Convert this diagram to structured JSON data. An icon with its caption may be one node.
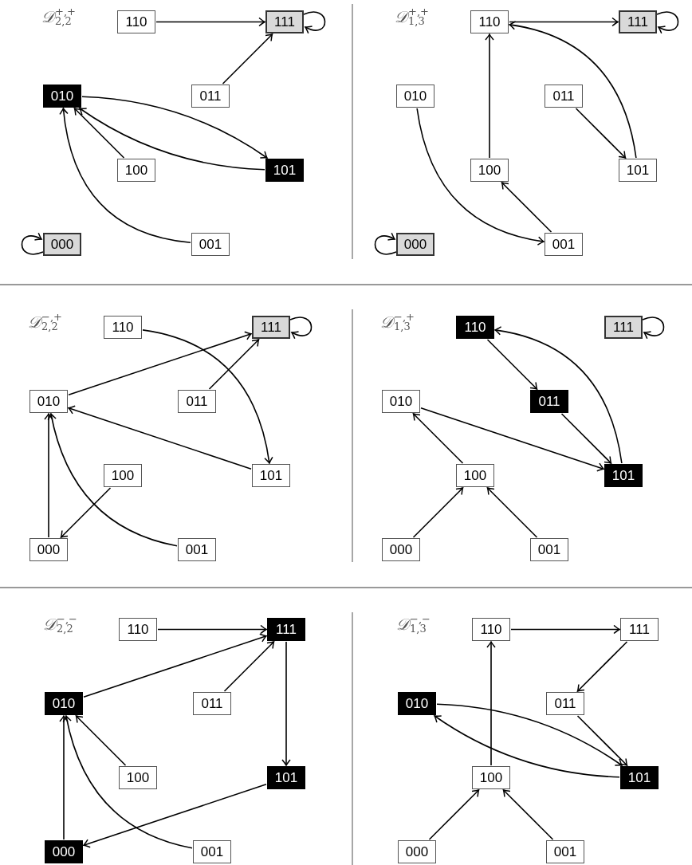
{
  "diagram": {
    "nodes": [
      {
        "text": [
          "110"
        ]
      },
      {
        "text": [
          "111"
        ]
      },
      {
        "text": [
          "010"
        ]
      },
      {
        "text": [
          "011"
        ]
      },
      {
        "text": [
          "100"
        ]
      },
      {
        "text": [
          "101"
        ]
      },
      {
        "text": [
          "000"
        ]
      },
      {
        "text": [
          "001"
        ]
      },
      {
        "text": [
          "110"
        ]
      },
      {
        "text": [
          "111"
        ]
      },
      {
        "text": [
          "010"
        ]
      },
      {
        "text": [
          "011"
        ]
      },
      {
        "text": [
          "100"
        ]
      },
      {
        "text": [
          "101"
        ]
      },
      {
        "text": [
          "000"
        ]
      },
      {
        "text": [
          "001"
        ]
      },
      {
        "text": [
          "110"
        ]
      },
      {
        "text": [
          "111"
        ]
      },
      {
        "text": [
          "010"
        ]
      },
      {
        "text": [
          "011"
        ]
      },
      {
        "text": [
          "100"
        ]
      },
      {
        "text": [
          "101"
        ]
      },
      {
        "text": [
          "000"
        ]
      },
      {
        "text": [
          "001"
        ]
      },
      {
        "text": [
          "110"
        ]
      },
      {
        "text": [
          "111"
        ]
      },
      {
        "text": [
          "010"
        ]
      },
      {
        "text": [
          "011"
        ]
      },
      {
        "text": [
          "100"
        ]
      },
      {
        "text": [
          "101"
        ]
      },
      {
        "text": [
          "000"
        ]
      },
      {
        "text": [
          "001"
        ]
      },
      {
        "text": [
          "110"
        ]
      },
      {
        "text": [
          "111"
        ]
      },
      {
        "text": [
          "010"
        ]
      },
      {
        "text": [
          "011"
        ]
      },
      {
        "text": [
          "100"
        ]
      },
      {
        "text": [
          "101"
        ]
      },
      {
        "text": [
          "000"
        ]
      },
      {
        "text": [
          "001"
        ]
      },
      {
        "text": [
          "110"
        ]
      },
      {
        "text": [
          "111"
        ]
      },
      {
        "text": [
          "010"
        ]
      },
      {
        "text": [
          "011"
        ]
      },
      {
        "text": [
          "100"
        ]
      },
      {
        "text": [
          "101"
        ]
      },
      {
        "text": [
          "000"
        ]
      },
      {
        "text": [
          "001"
        ]
      }
    ],
    "edges": [
      {
        "from": 0,
        "to": 1,
        "arrow": "to"
      },
      {
        "from": 1,
        "to": 1,
        "arrow": "to"
      },
      {
        "from": 3,
        "to": 1,
        "arrow": "to"
      },
      {
        "from": 2,
        "to": 5,
        "arrow": "to"
      },
      {
        "from": 5,
        "to": 2,
        "arrow": "to"
      },
      {
        "from": 4,
        "to": 2,
        "arrow": "to"
      },
      {
        "from": 7,
        "to": 2,
        "arrow": "to"
      },
      {
        "from": 6,
        "to": 6,
        "arrow": "to"
      },
      {
        "from": 8,
        "to": 9,
        "arrow": "to"
      },
      {
        "from": 9,
        "to": 9,
        "arrow": "to"
      },
      {
        "from": 12,
        "to": 8,
        "arrow": "to"
      },
      {
        "from": 13,
        "to": 8,
        "arrow": "to"
      },
      {
        "from": 11,
        "to": 13,
        "arrow": "to"
      },
      {
        "from": 10,
        "to": 15,
        "arrow": "to"
      },
      {
        "from": 15,
        "to": 12,
        "arrow": "to"
      },
      {
        "from": 14,
        "to": 14,
        "arrow": "to"
      },
      {
        "from": 16,
        "to": 21,
        "arrow": "to"
      },
      {
        "from": 17,
        "to": 17,
        "arrow": "to"
      },
      {
        "from": 18,
        "to": 17,
        "arrow": "to"
      },
      {
        "from": 19,
        "to": 17,
        "arrow": "to"
      },
      {
        "from": 21,
        "to": 18,
        "arrow": "to"
      },
      {
        "from": 22,
        "to": 18,
        "arrow": "to"
      },
      {
        "from": 23,
        "to": 18,
        "arrow": "to"
      },
      {
        "from": 20,
        "to": 22,
        "arrow": "to"
      },
      {
        "from": 24,
        "to": 27,
        "arrow": "to"
      },
      {
        "from": 29,
        "to": 24,
        "arrow": "to"
      },
      {
        "from": 25,
        "to": 25,
        "arrow": "to"
      },
      {
        "from": 26,
        "to": 29,
        "arrow": "to"
      },
      {
        "from": 27,
        "to": 29,
        "arrow": "to"
      },
      {
        "from": 28,
        "to": 26,
        "arrow": "to"
      },
      {
        "from": 30,
        "to": 28,
        "arrow": "to"
      },
      {
        "from": 31,
        "to": 28,
        "arrow": "to"
      },
      {
        "from": 32,
        "to": 33,
        "arrow": "to"
      },
      {
        "from": 34,
        "to": 33,
        "arrow": "to"
      },
      {
        "from": 35,
        "to": 33,
        "arrow": "to"
      },
      {
        "from": 33,
        "to": 37,
        "arrow": "to"
      },
      {
        "from": 37,
        "to": 38,
        "arrow": "to"
      },
      {
        "from": 38,
        "to": 34,
        "arrow": "to"
      },
      {
        "from": 36,
        "to": 34,
        "arrow": "to"
      },
      {
        "from": 39,
        "to": 34,
        "arrow": "to"
      },
      {
        "from": 40,
        "to": 41,
        "arrow": "to"
      },
      {
        "from": 41,
        "to": 43,
        "arrow": "to"
      },
      {
        "from": 44,
        "to": 40,
        "arrow": "to"
      },
      {
        "from": 42,
        "to": 45,
        "arrow": "to"
      },
      {
        "from": 45,
        "to": 42,
        "arrow": "to"
      },
      {
        "from": 43,
        "to": 45,
        "arrow": "to"
      },
      {
        "from": 46,
        "to": 44,
        "arrow": "to"
      },
      {
        "from": 47,
        "to": 44,
        "arrow": "to"
      }
    ],
    "labels": [
      "𝒟$^{+,+}$$_{2,2}$",
      "𝒟$^{+,+}$$_{1,3}$",
      "𝒟$^{−,+}$$_{2,2}$",
      "𝒟$^{−,+}$$_{1,3}$",
      "𝒟$^{−,−}$$_{2,2}$",
      "𝒟$^{−,−}$$_{1,3}$"
    ]
  }
}
